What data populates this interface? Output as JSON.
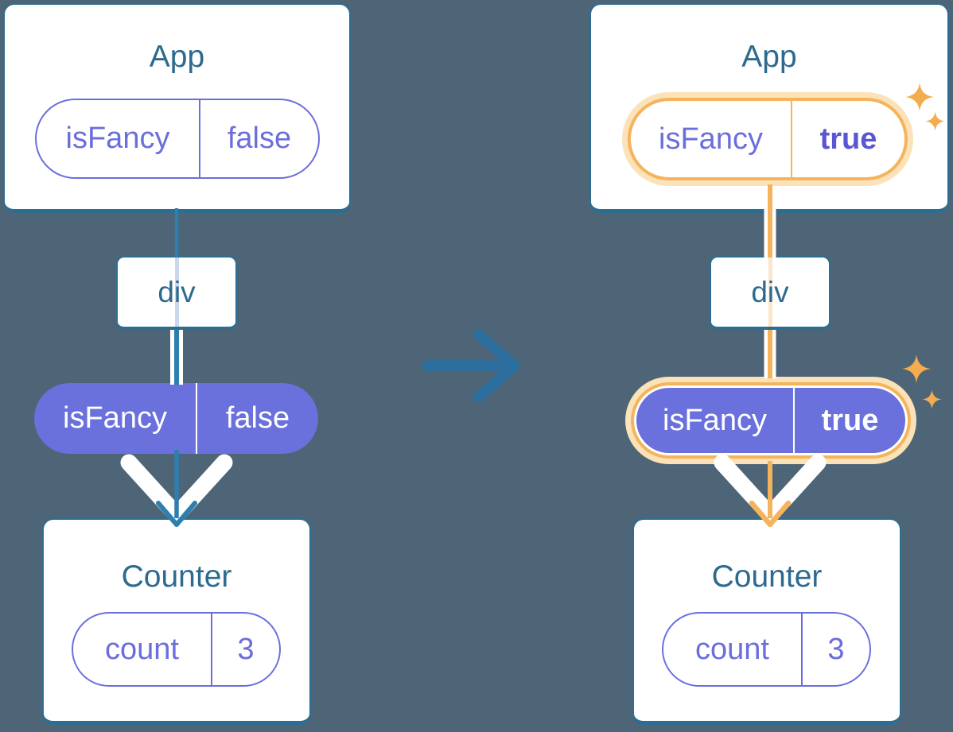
{
  "diagram_type": "react-component-tree-prop-update",
  "colors": {
    "background": "#4D6576",
    "card_border_teal": "#2E6D92",
    "title_teal": "#2D6A8F",
    "connector_teal": "#2E7FAE",
    "transition_arrow_blue": "#2C6F9E",
    "purple_outline": "#6B6FDC",
    "purple_fill": "#6A70DC",
    "purple_bold_value": "#5856D2",
    "highlight_orange": "#F5B45C",
    "sparkle_orange": "#F3AC4E",
    "highlight_cream": "#FBE2B8",
    "through_line_blue": "#CBD7EB",
    "through_line_cream": "#FAE7C8"
  },
  "left": {
    "app": {
      "title": "App",
      "prop": {
        "name": "isFancy",
        "value": "false"
      }
    },
    "div": {
      "label": "div"
    },
    "passed_prop": {
      "name": "isFancy",
      "value": "false"
    },
    "counter": {
      "title": "Counter",
      "state": {
        "name": "count",
        "value": "3"
      }
    }
  },
  "right": {
    "app": {
      "title": "App",
      "prop": {
        "name": "isFancy",
        "value": "true"
      }
    },
    "div": {
      "label": "div"
    },
    "passed_prop": {
      "name": "isFancy",
      "value": "true"
    },
    "counter": {
      "title": "Counter",
      "state": {
        "name": "count",
        "value": "3"
      }
    }
  }
}
